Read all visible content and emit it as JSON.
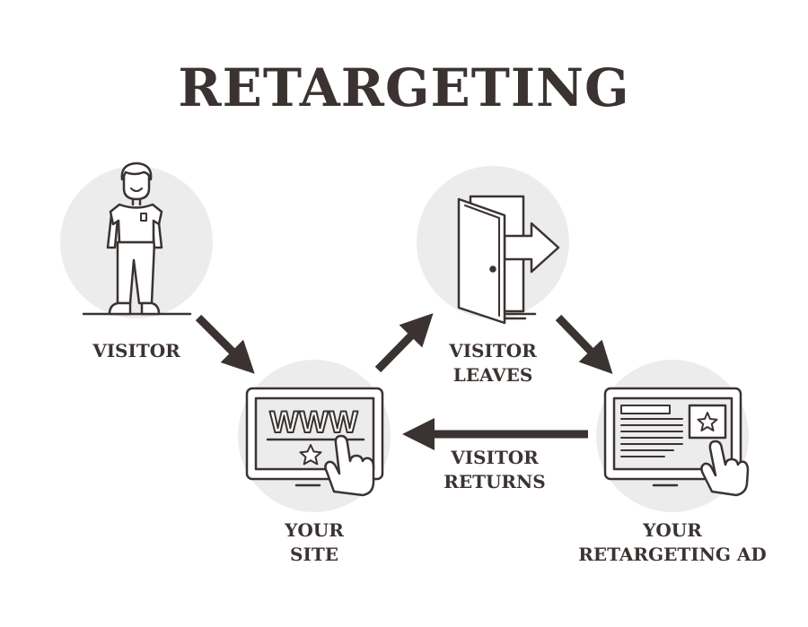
{
  "title": "RETARGETING",
  "colors": {
    "ink": "#3a3331",
    "circle_fill": "#ececec",
    "arrow": "#3a3331"
  },
  "nodes": [
    {
      "id": "visitor",
      "lines": [
        "VISITOR"
      ],
      "icon": "person-icon"
    },
    {
      "id": "visitor-leaves",
      "lines": [
        "VISITOR",
        "LEAVES"
      ],
      "icon": "door-exit-icon"
    },
    {
      "id": "your-site",
      "lines": [
        "YOUR",
        "SITE"
      ],
      "icon": "website-screen-icon"
    },
    {
      "id": "your-retargeting-ad",
      "lines": [
        "YOUR",
        "RETARGETING AD"
      ],
      "icon": "ad-screen-icon"
    }
  ],
  "edges": [
    {
      "from": "visitor",
      "to": "your-site"
    },
    {
      "from": "your-site",
      "to": "visitor-leaves"
    },
    {
      "from": "visitor-leaves",
      "to": "your-retargeting-ad"
    },
    {
      "from": "your-retargeting-ad",
      "to": "your-site",
      "label": [
        "VISITOR",
        "RETURNS"
      ]
    }
  ],
  "screen_text": "WWW"
}
